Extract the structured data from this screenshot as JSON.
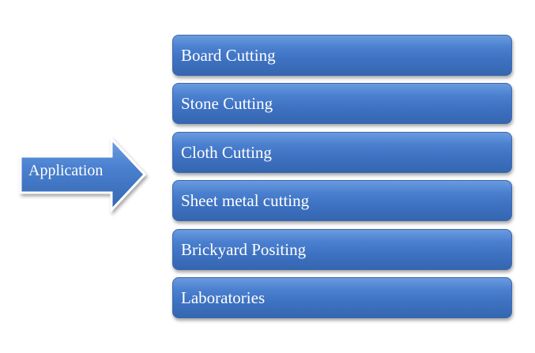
{
  "arrow": {
    "label": "Application",
    "color": "#3f76c6"
  },
  "applications": [
    {
      "label": "Board Cutting"
    },
    {
      "label": "Stone Cutting"
    },
    {
      "label": "Cloth Cutting"
    },
    {
      "label": "Sheet metal cutting"
    },
    {
      "label": "Brickyard Positing"
    },
    {
      "label": "Laboratories"
    }
  ],
  "colors": {
    "box_fill": "#3e72c2",
    "box_border": "#3a68ab",
    "text": "#ffffff"
  }
}
